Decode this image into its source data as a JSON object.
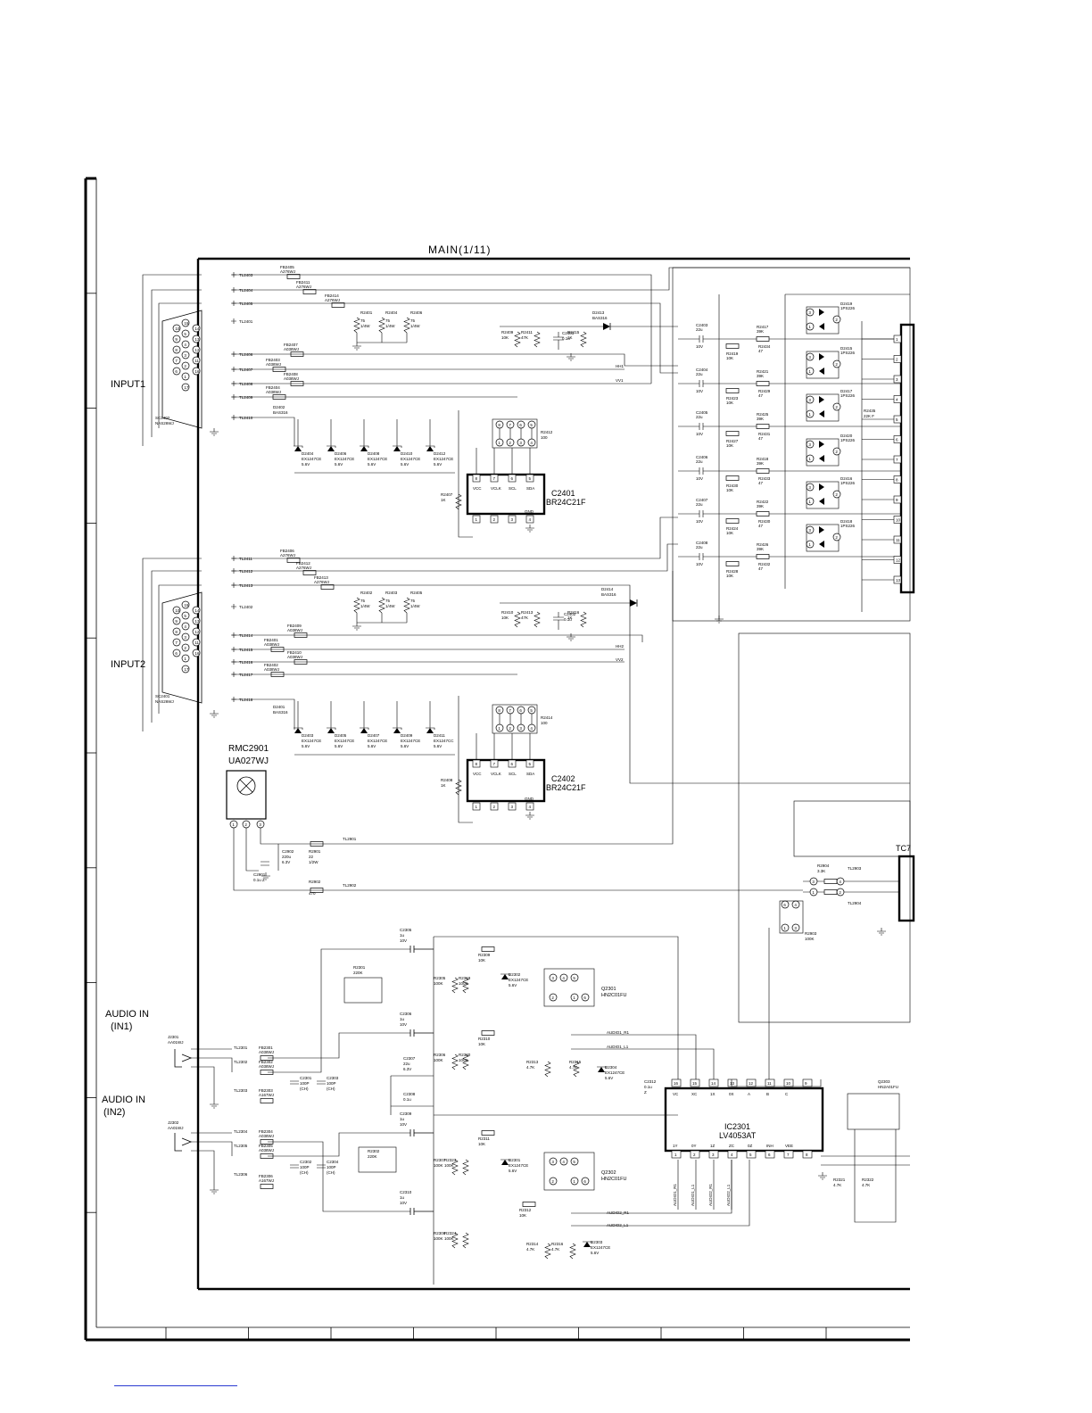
{
  "sheet": {
    "title": "MAIN(1/11)",
    "section_labels": {
      "input1": "INPUT1",
      "input2": "INPUT2",
      "audio_in1_a": "AUDIO IN",
      "audio_in1_b": "(IN1)",
      "audio_in2_a": "AUDIO IN",
      "audio_in2_b": "(IN2)"
    }
  },
  "connectors": [
    {
      "ref": "SC2402",
      "part": "NAS26WJ"
    },
    {
      "ref": "SC2401",
      "part": "NAS26WJ"
    },
    {
      "ref": "J2301",
      "part": "AA01WJ"
    },
    {
      "ref": "J2302",
      "part": "AA01WJ"
    }
  ],
  "ics": [
    {
      "ref": "C2401",
      "part": "BR24C21F",
      "pins_top": [
        "VCC",
        "VCLK",
        "SCL",
        "SDA"
      ],
      "pins_bottom": [
        "GND"
      ]
    },
    {
      "ref": "C2402",
      "part": "BR24C21F",
      "pins_top": [
        "VCC",
        "VCLK",
        "SCL",
        "SDA"
      ],
      "pins_bottom": [
        "GND"
      ]
    },
    {
      "ref": "IC2301",
      "part": "LV4053AT"
    },
    {
      "ref": "RMC2901",
      "part": "UA027WJ"
    },
    {
      "ref": "Q2301",
      "part": "HN2C01FU"
    },
    {
      "ref": "Q2302",
      "part": "HN2C01FU"
    },
    {
      "ref": "Q2303",
      "part": "HN2A01FU"
    },
    {
      "ref": "TC7",
      "part": ""
    }
  ],
  "test_points_in1": [
    "TL2403",
    "TL2404",
    "TL2405",
    "TL2401",
    "TL2406",
    "TL2407",
    "TL2408",
    "TL2409",
    "TL2410"
  ],
  "test_points_in2": [
    "TL2411",
    "TL2412",
    "TL2413",
    "TL2402",
    "TL2414",
    "TL2415",
    "TL2416",
    "TL2417",
    "TL2418"
  ],
  "ferrites_in1": [
    {
      "ref": "FB2405",
      "part": "A276WJ"
    },
    {
      "ref": "FB2411",
      "part": "A276WJ"
    },
    {
      "ref": "FB2414",
      "part": "A276WJ"
    },
    {
      "ref": "FB2407",
      "part": "A038WJ"
    },
    {
      "ref": "FB2403",
      "part": "A038WJ"
    },
    {
      "ref": "FB2408",
      "part": "A038WJ"
    },
    {
      "ref": "FB2404",
      "part": "A038WJ"
    }
  ],
  "ferrites_in2": [
    {
      "ref": "FB2406",
      "part": "A276WJ"
    },
    {
      "ref": "FB2412",
      "part": "A276WJ"
    },
    {
      "ref": "FB2413",
      "part": "A276WJ"
    },
    {
      "ref": "FB2409",
      "part": "A038WJ"
    },
    {
      "ref": "FB2401",
      "part": "A038WJ"
    },
    {
      "ref": "FB2410",
      "part": "A038WJ"
    },
    {
      "ref": "FB2402",
      "part": "A038WJ"
    }
  ],
  "resistors_in1": [
    {
      "ref": "R2401",
      "value": "75",
      "note": "1/4W"
    },
    {
      "ref": "R2404",
      "value": "75",
      "note": "1/4W"
    },
    {
      "ref": "R2406",
      "value": "75",
      "note": "1/4W"
    },
    {
      "ref": "R2409",
      "value": "10K",
      "note": ""
    },
    {
      "ref": "R2411",
      "value": "47K",
      "note": ""
    },
    {
      "ref": "R2415",
      "value": "1K",
      "note": ""
    },
    {
      "ref": "R2412",
      "value": "100",
      "note": ""
    },
    {
      "ref": "R2407",
      "value": "1K",
      "note": ""
    }
  ],
  "resistors_in2": [
    {
      "ref": "R2402",
      "value": "75",
      "note": "1/4W"
    },
    {
      "ref": "R2403",
      "value": "75",
      "note": "1/4W"
    },
    {
      "ref": "R2405",
      "value": "75",
      "note": "1/4W"
    },
    {
      "ref": "R2410",
      "value": "10K",
      "note": ""
    },
    {
      "ref": "R2413",
      "value": "47K",
      "note": ""
    },
    {
      "ref": "R2416",
      "value": "1K",
      "note": ""
    },
    {
      "ref": "R2414",
      "value": "100",
      "note": ""
    },
    {
      "ref": "R2408",
      "value": "1K",
      "note": ""
    }
  ],
  "zeners_in1": [
    {
      "ref": "D2404",
      "part": "EX1247CE",
      "v": "5.6V"
    },
    {
      "ref": "D2406",
      "part": "EX1247CE",
      "v": "5.6V"
    },
    {
      "ref": "D2408",
      "part": "EX1247CE",
      "v": "5.6V"
    },
    {
      "ref": "D2410",
      "part": "EX1247CE",
      "v": "5.6V"
    },
    {
      "ref": "D2412",
      "part": "EX1247CE",
      "v": "5.6V"
    }
  ],
  "zeners_in2": [
    {
      "ref": "D2403",
      "part": "EX1247CE",
      "v": "5.6V"
    },
    {
      "ref": "D2405",
      "part": "EX1247CE",
      "v": "5.6V"
    },
    {
      "ref": "D2407",
      "part": "EX1247CE",
      "v": "5.6V"
    },
    {
      "ref": "D2409",
      "part": "EX1247CE",
      "v": "5.6V"
    },
    {
      "ref": "D2411",
      "part": "EX1247CC",
      "v": "5.6V"
    }
  ],
  "misc_in1": {
    "d_in": "D2402",
    "d_in_part": "BAS316",
    "d_top": "D2413",
    "d_top_part": "BAS316",
    "cap": "C2401",
    "cap_val": "0.1u",
    "hh": "HH1",
    "vv": "VV1"
  },
  "misc_in2": {
    "d_in": "D2401",
    "d_in_part": "BAS316",
    "d_top": "D2414",
    "d_top_part": "BAS316",
    "cap": "C2402",
    "cap_val": "0.1u",
    "hh": "HH2",
    "vv": "VV2"
  },
  "right_caps": [
    {
      "ref": "C2403",
      "val": "22u",
      "v": "10V"
    },
    {
      "ref": "C2404",
      "val": "22u",
      "v": "10V"
    },
    {
      "ref": "C2405",
      "val": "22u",
      "v": "10V"
    },
    {
      "ref": "C2406",
      "val": "22u",
      "v": "10V"
    },
    {
      "ref": "C2407",
      "val": "22u",
      "v": "10V"
    },
    {
      "ref": "C2408",
      "val": "22u",
      "v": "10V"
    }
  ],
  "right_diodes": [
    "D2419",
    "D2415",
    "D2417",
    "D2420",
    "D2416",
    "D2418"
  ],
  "right_diode_part": "1PS226",
  "right_r": [
    {
      "a": "R2417",
      "av": "39K",
      "b": "R2434",
      "bv": "47",
      "c": "R2419",
      "cv": "10K"
    },
    {
      "a": "R2421",
      "av": "39K",
      "b": "R2429",
      "bv": "47",
      "c": "R2423",
      "cv": "10K"
    },
    {
      "a": "R2425",
      "av": "39K",
      "b": "R2431",
      "bv": "47",
      "c": "R2427",
      "cv": "10K"
    },
    {
      "a": "R2418",
      "av": "39K",
      "b": "R2433",
      "bv": "47",
      "c": "R2430",
      "cv": "10K"
    },
    {
      "a": "R2422",
      "av": "39K",
      "b": "R2430",
      "bv": "47",
      "c": "R2424",
      "cv": "10K"
    },
    {
      "a": "R2426",
      "av": "39K",
      "b": "R2432",
      "bv": "47",
      "c": "R2428",
      "cv": "10K"
    }
  ],
  "r2435": {
    "ref": "R2435",
    "val": "22K F"
  },
  "right_pin_numbers": [
    "1",
    "2",
    "3",
    "4",
    "5",
    "6",
    "7",
    "8",
    "9",
    "10",
    "11",
    "12",
    "13"
  ],
  "remote": {
    "c2902": "C2902",
    "c2902_val": "220u",
    "c2902_v": "6.3V",
    "r2901": "R2901",
    "r2901_val": "22",
    "r2901_w": "1/2W",
    "tl2901": "TL2901",
    "c2901": "C2901",
    "c2901_val": "0.1u Z",
    "r2902": "R2902",
    "r2902_val": "470",
    "tl2902": "TL2902"
  },
  "tc_block": {
    "r2904": "R2904",
    "r2904_val": "3.3K",
    "tl2903": "TL2903",
    "tl2904": "TL2904",
    "r2903": "R2903",
    "r2903_val": "100K"
  },
  "audio": {
    "tl_in1": [
      "TL2301",
      "TL2302",
      "TL2303"
    ],
    "tl_in2": [
      "TL2304",
      "TL2305",
      "TL2306"
    ],
    "fb_in1": [
      {
        "ref": "FB2301",
        "part": "A038WJ"
      },
      {
        "ref": "FB2302",
        "part": "A038WJ"
      },
      {
        "ref": "FB2303",
        "part": "A167WJ"
      }
    ],
    "fb_in2": [
      {
        "ref": "FB2304",
        "part": "A038WJ"
      },
      {
        "ref": "FB2305",
        "part": "A038WJ"
      },
      {
        "ref": "FB2306",
        "part": "A167WJ"
      }
    ],
    "caps_in1": [
      {
        "ref": "C2301",
        "val": "100P",
        "ch": "(CH)"
      },
      {
        "ref": "C2303",
        "val": "100P",
        "ch": "(CH)"
      }
    ],
    "caps_in2": [
      {
        "ref": "C2302",
        "val": "100P",
        "ch": "(CH)"
      },
      {
        "ref": "C2304",
        "val": "100P",
        "ch": "(CH)"
      }
    ],
    "r2301": {
      "ref": "R2301",
      "val": "220K"
    },
    "r2302": {
      "ref": "R2302",
      "val": "220K"
    },
    "coupling": [
      {
        "ref": "C2305",
        "val": "1u",
        "v": "10V"
      },
      {
        "ref": "C2306",
        "val": "1u",
        "v": "10V"
      },
      {
        "ref": "C2309",
        "val": "1u",
        "v": "10V"
      },
      {
        "ref": "C2310",
        "val": "1u",
        "v": "10V"
      }
    ],
    "c2307": {
      "ref": "C2307",
      "val": "22u",
      "v": "6.3V"
    },
    "c2308": {
      "ref": "C2308",
      "val": "0.1u"
    },
    "c2312": {
      "ref": "C2312",
      "val": "0.1u",
      "z": "Z"
    },
    "bias_r": [
      {
        "ref": "R2305",
        "val": "100K"
      },
      {
        "ref": "R2319",
        "val": "100K"
      },
      {
        "ref": "R2309",
        "val": "10K"
      },
      {
        "ref": "R2306",
        "val": "100K"
      },
      {
        "ref": "R2320",
        "val": "100K"
      },
      {
        "ref": "R2310",
        "val": "10K"
      },
      {
        "ref": "R2313",
        "val": "4.7K"
      },
      {
        "ref": "R2315",
        "val": "4.7K"
      },
      {
        "ref": "R2307",
        "val": "100K"
      },
      {
        "ref": "R2323",
        "val": "100K"
      },
      {
        "ref": "R2311",
        "val": "10K"
      },
      {
        "ref": "R2308",
        "val": "100K"
      },
      {
        "ref": "R2324",
        "val": "100K"
      },
      {
        "ref": "R2312",
        "val": "10K"
      },
      {
        "ref": "R2314",
        "val": "4.7K"
      },
      {
        "ref": "R2316",
        "val": "4.7K"
      },
      {
        "ref": "R2321",
        "val": "4.7K"
      },
      {
        "ref": "R2322",
        "val": "4.7K"
      }
    ],
    "zeners": [
      {
        "ref": "D2302",
        "part": "EX1247CE",
        "v": "5.6V"
      },
      {
        "ref": "D2304",
        "part": "EX1247CE",
        "v": "5.6V"
      },
      {
        "ref": "D2301",
        "part": "EX1247CE",
        "v": "5.6V"
      },
      {
        "ref": "D2303",
        "part": "EX1247CE",
        "v": "5.6V"
      }
    ],
    "nets": [
      "AUDIO1_R1",
      "AUDIO1_L1",
      "AUDIO2_R1",
      "AUDIO2_L1"
    ],
    "ic_top_pins": [
      "16",
      "15",
      "14",
      "13",
      "12",
      "11",
      "10",
      "9"
    ],
    "ic_top_names": [
      "VC",
      "XC",
      "1X",
      "0X",
      "A",
      "B",
      "C",
      ""
    ],
    "ic_bot_pins": [
      "1",
      "2",
      "3",
      "4",
      "5",
      "6",
      "7",
      "8"
    ],
    "ic_bot_names": [
      "1Y",
      "0Y",
      "1Z",
      "ZC",
      "0Z",
      "INH",
      "VEE",
      ""
    ]
  },
  "border_columns": 9,
  "border_rows": 10
}
